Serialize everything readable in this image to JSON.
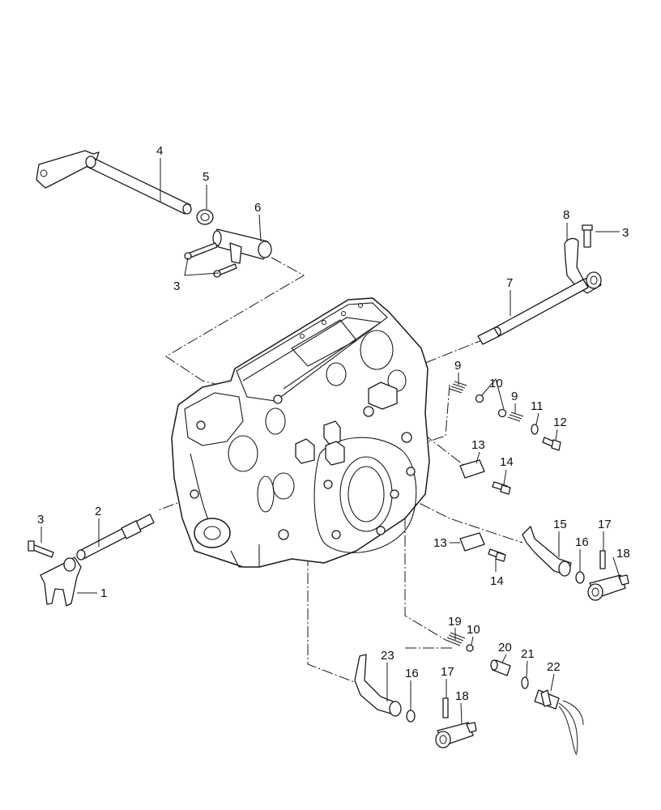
{
  "callouts": [
    {
      "id": "c4",
      "text": "4"
    },
    {
      "id": "c5",
      "text": "5"
    },
    {
      "id": "c6",
      "text": "6"
    },
    {
      "id": "c3a",
      "text": "3"
    },
    {
      "id": "c8",
      "text": "8"
    },
    {
      "id": "c3b",
      "text": "3"
    },
    {
      "id": "c7",
      "text": "7"
    },
    {
      "id": "c9a",
      "text": "9"
    },
    {
      "id": "c10a",
      "text": "10"
    },
    {
      "id": "c9b",
      "text": "9"
    },
    {
      "id": "c11",
      "text": "11"
    },
    {
      "id": "c12",
      "text": "12"
    },
    {
      "id": "c13a",
      "text": "13"
    },
    {
      "id": "c14a",
      "text": "14"
    },
    {
      "id": "c3c",
      "text": "3"
    },
    {
      "id": "c2",
      "text": "2"
    },
    {
      "id": "c1",
      "text": "1"
    },
    {
      "id": "c15",
      "text": "15"
    },
    {
      "id": "c17a",
      "text": "17"
    },
    {
      "id": "c16a",
      "text": "16"
    },
    {
      "id": "c18a",
      "text": "18"
    },
    {
      "id": "c13b",
      "text": "13"
    },
    {
      "id": "c14b",
      "text": "14"
    },
    {
      "id": "c19",
      "text": "19"
    },
    {
      "id": "c10b",
      "text": "10"
    },
    {
      "id": "c20",
      "text": "20"
    },
    {
      "id": "c21",
      "text": "21"
    },
    {
      "id": "c22",
      "text": "22"
    },
    {
      "id": "c23",
      "text": "23"
    },
    {
      "id": "c16b",
      "text": "16"
    },
    {
      "id": "c17b",
      "text": "17"
    },
    {
      "id": "c18b",
      "text": "18"
    }
  ]
}
